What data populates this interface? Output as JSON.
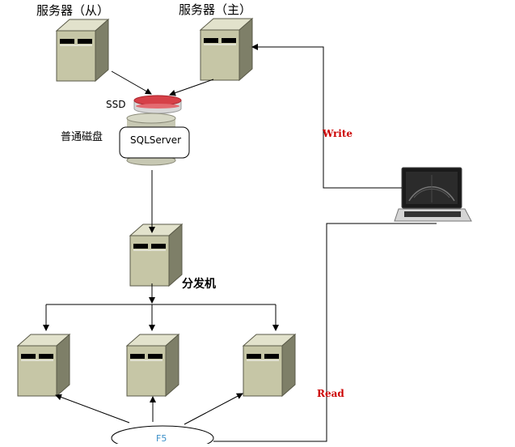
{
  "labels": {
    "slave_server": "服务器（从）",
    "master_server": "服务器（主）",
    "ssd": "SSD",
    "normal_disk": "普通磁盘",
    "sqlserver": "SQLServer",
    "distributor": "分发机",
    "write": "Write",
    "read": "Read",
    "f5": "F5"
  },
  "colors": {
    "server_front": "#c6c6a6",
    "server_side": "#7f8069",
    "server_top": "#e1e1cb",
    "ssd_red": "#d64048",
    "disk_gray": "#c7c8b3",
    "arrow_label_red": "#cc0000",
    "f5_text": "#3a8fc8"
  }
}
